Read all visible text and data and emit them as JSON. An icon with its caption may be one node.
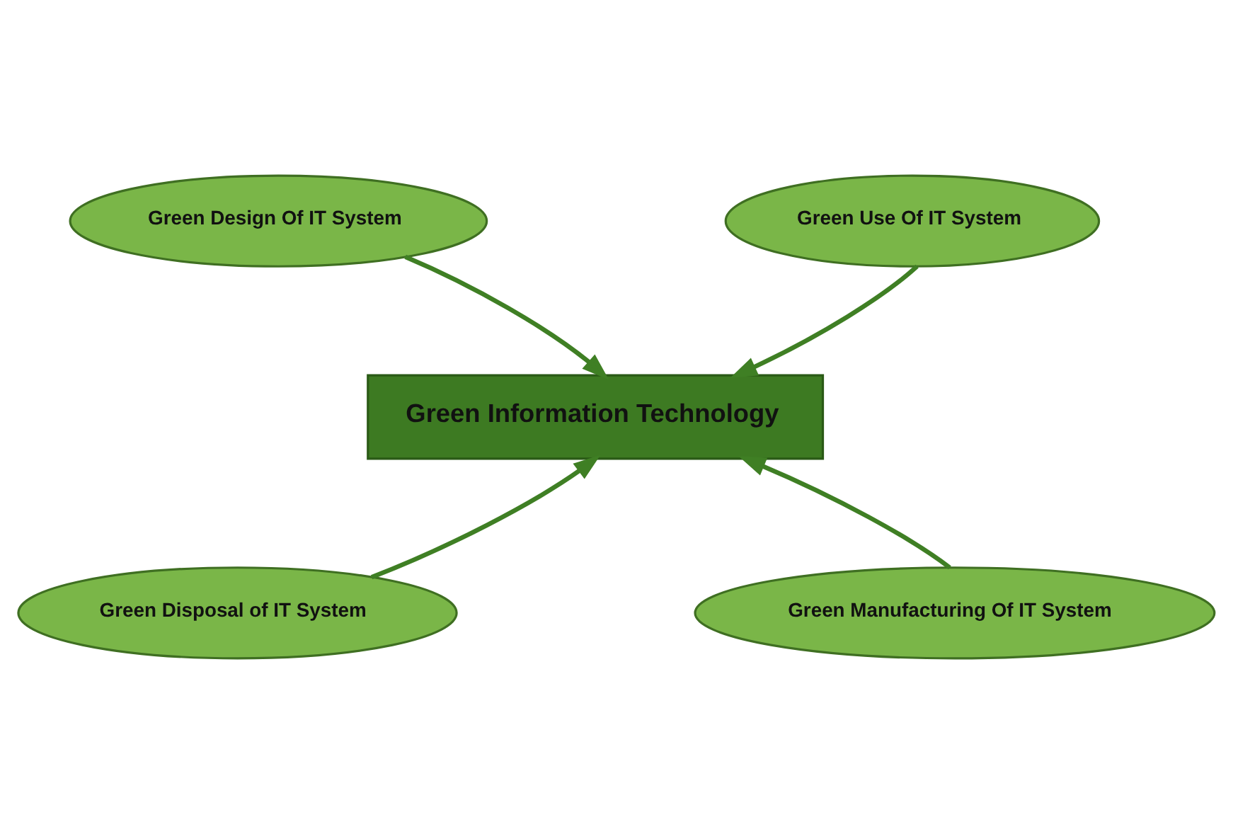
{
  "diagram": {
    "nodes": [
      {
        "text": [
          "Green Design Of IT System"
        ]
      },
      {
        "text": [
          "Green Use Of IT System"
        ]
      },
      {
        "text": [
          "Green Information Technology"
        ]
      },
      {
        "text": [
          "Green Disposal of IT System"
        ]
      },
      {
        "text": [
          "Green Manufacturing Of IT System"
        ]
      }
    ],
    "edges": [
      {
        "from": 0,
        "to": 2,
        "arrow": "to"
      },
      {
        "from": 1,
        "to": 2,
        "arrow": "to"
      },
      {
        "from": 3,
        "to": 2,
        "arrow": "to"
      },
      {
        "from": 4,
        "to": 2,
        "arrow": "to"
      }
    ]
  }
}
